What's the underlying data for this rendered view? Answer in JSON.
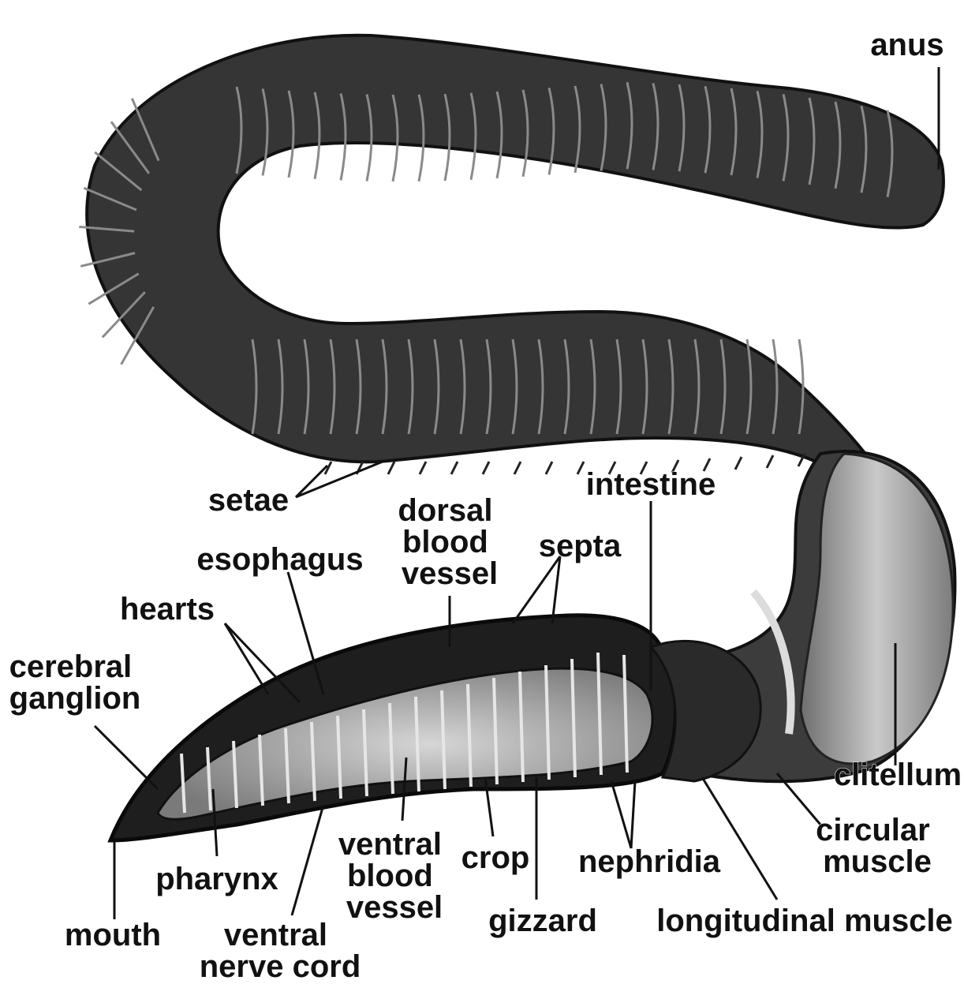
{
  "labels": {
    "anus": "anus",
    "setae": "setae",
    "intestine": "intestine",
    "dorsal_blood_vessel": [
      "dorsal",
      "blood",
      "vessel"
    ],
    "septa": "septa",
    "esophagus": "esophagus",
    "hearts": "hearts",
    "cerebral_ganglion": [
      "cerebral",
      "ganglion"
    ],
    "clitellum": "clitellum",
    "circular_muscle": [
      "circular",
      "muscle"
    ],
    "ventral_blood_vessel": [
      "ventral",
      "blood",
      "vessel"
    ],
    "crop": "crop",
    "nephridia": "nephridia",
    "pharynx": "pharynx",
    "mouth": "mouth",
    "ventral_nerve_cord": [
      "ventral",
      "nerve cord"
    ],
    "gizzard": "gizzard",
    "longitudinal_muscle": "longitudinal muscle"
  },
  "colors": {
    "body_dark": "#2b2b2b",
    "body_mid": "#4a4a4a",
    "segment_line": "#8a8a8a",
    "interior": "#bdbdbd",
    "clitellum": "#9a9a9a",
    "text": "#111111"
  }
}
